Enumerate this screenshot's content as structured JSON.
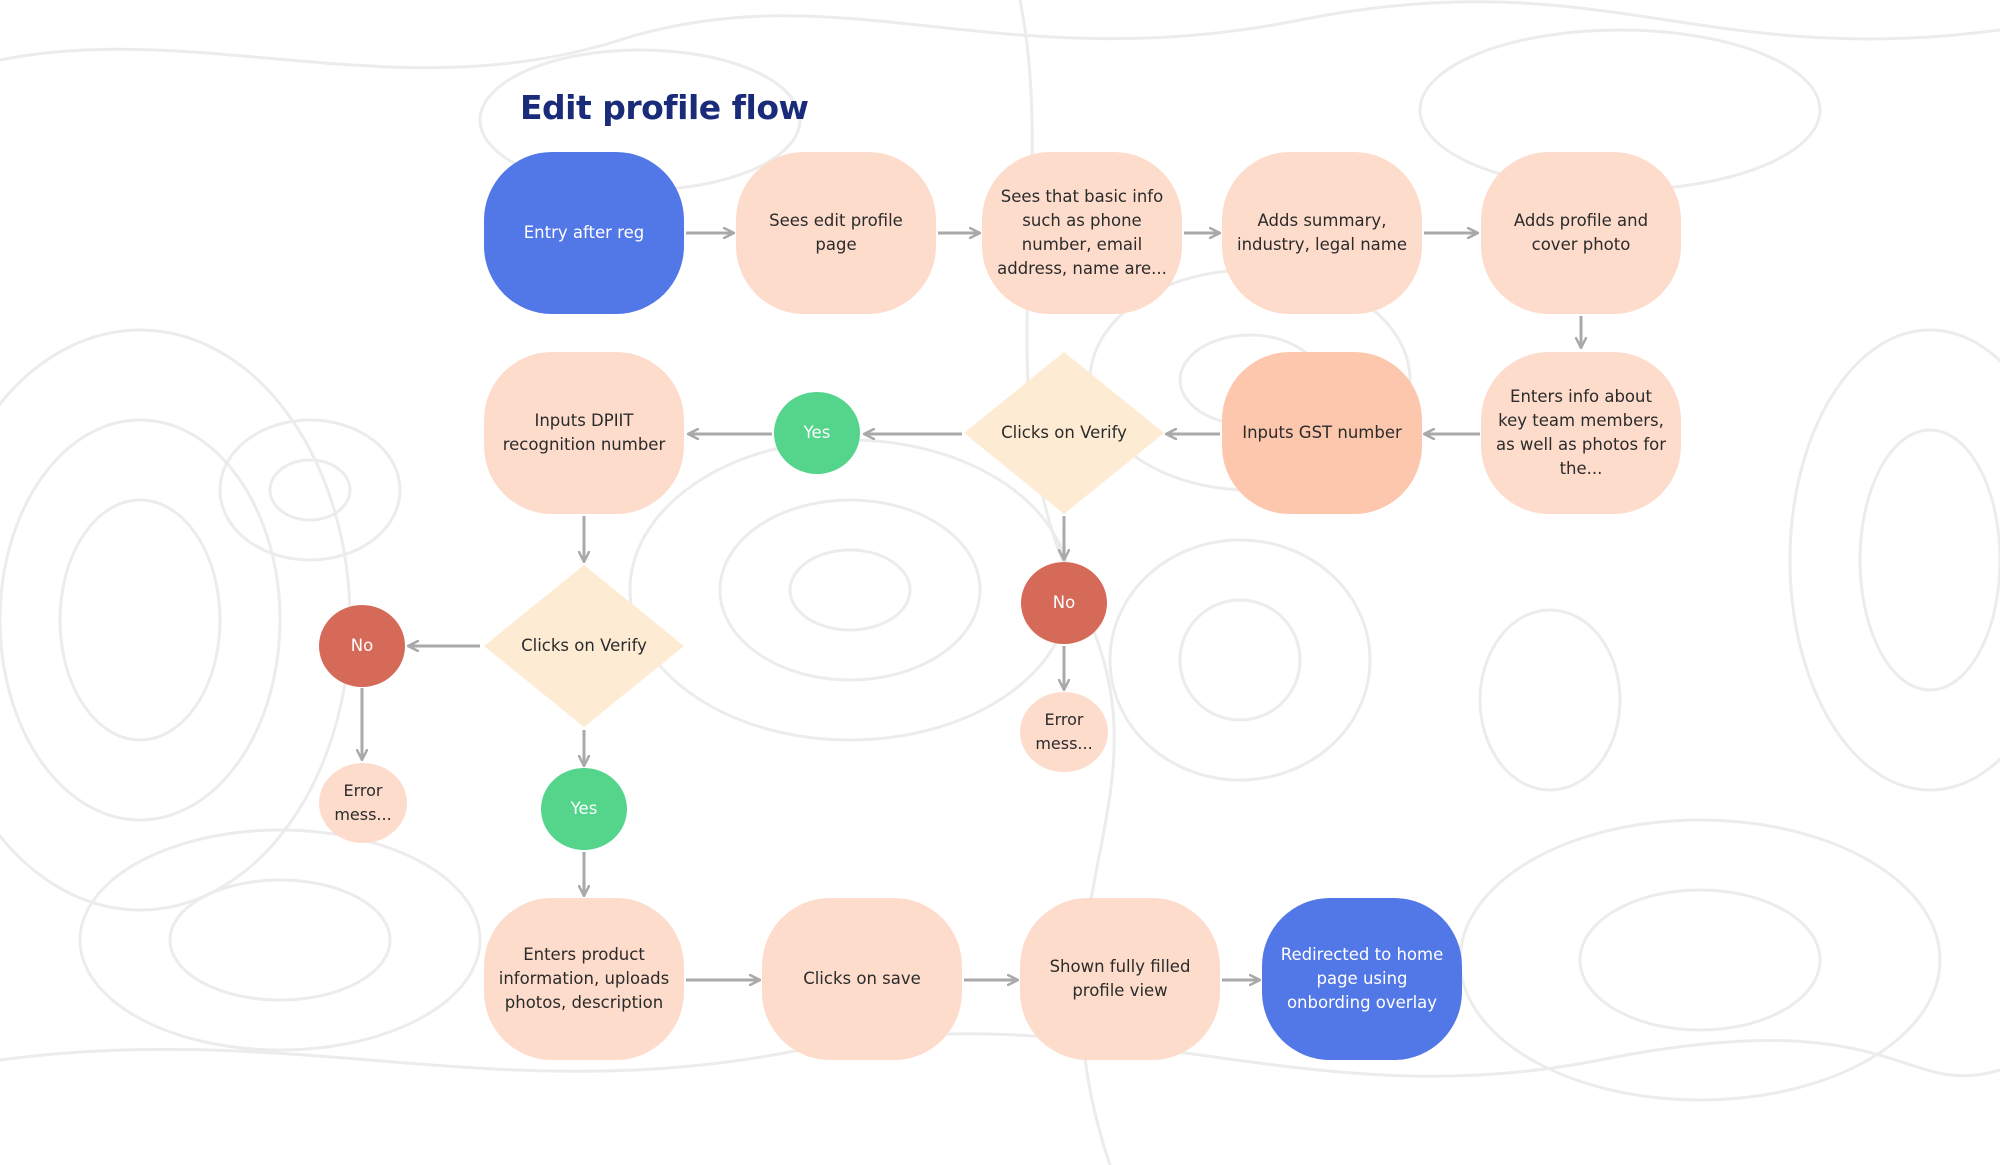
{
  "title": "Edit profile flow",
  "colors": {
    "start_end": "#5277e6",
    "step": "#fddccc",
    "step_highlight": "#fdc7ad",
    "decision": "#feebd4",
    "yes": "#55d48c",
    "no": "#d46a57",
    "error": "#fddccc",
    "arrow": "#a9a9a9",
    "title": "#1a2b7a"
  },
  "nodes": {
    "entry": "Entry after reg",
    "edit_page": "Sees edit profile page",
    "basic_info": "Sees that basic info such as phone number, email address, name are...",
    "summary": "Adds summary, industry, legal name",
    "photos": "Adds profile and cover photo",
    "team": "Enters info about key team members, as well as photos for the...",
    "gst": "Inputs GST number",
    "verify_gst": "Clicks on Verify",
    "yes_gst": "Yes",
    "no_gst": "No",
    "error_gst": "Error mess...",
    "dpiit": "Inputs DPIIT recognition number",
    "verify_dpiit": "Clicks on Verify",
    "no_dpiit": "No",
    "error_dpiit": "Error mess...",
    "yes_dpiit": "Yes",
    "product": "Enters product information, uploads photos, description",
    "save": "Clicks on save",
    "profile_view": "Shown fully filled profile view",
    "redirect": "Redirected to home page using onbording overlay"
  }
}
